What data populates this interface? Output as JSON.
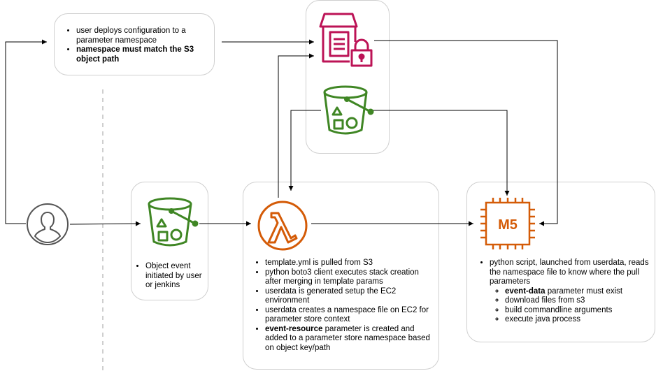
{
  "config_note": {
    "items": [
      "user deploys configuration to a parameter namespace",
      "namespace must match the S3 object path"
    ]
  },
  "s3_trigger_note": {
    "items": [
      "Object event initiated by user or jenkins"
    ]
  },
  "lambda_note": {
    "items": [
      "template.yml is pulled from S3",
      "python boto3 client executes stack creation after merging in template params",
      "userdata is generated setup the EC2 environment",
      "userdata creates a namespace file on  EC2 for parameter store context",
      {
        "bold": "event-resource",
        "rest": " parameter is created and added to a parameter store namespace based on object key/path"
      }
    ]
  },
  "ec2_note": {
    "intro": "python script, launched from userdata, reads the namespace file to know where the pull parameters",
    "subitems": [
      {
        "bold": "event-data",
        "rest": " parameter must exist"
      },
      {
        "bold": "",
        "rest": "download files from s3"
      },
      {
        "bold": "",
        "rest": "build commandline arguments"
      },
      {
        "bold": "",
        "rest": "execute java process"
      }
    ]
  },
  "ec2_label": "M5",
  "colors": {
    "s3": "#3f8624",
    "lambda": "#d45b07",
    "param_store": "#bc1356",
    "user": "#555555",
    "edge": "#000000",
    "box_border": "#cfcfcf",
    "divider": "#bfbfbf"
  },
  "icons": [
    "user-icon",
    "s3-bucket-icon",
    "lambda-icon",
    "parameter-store-icon",
    "ec2-m5-icon"
  ]
}
